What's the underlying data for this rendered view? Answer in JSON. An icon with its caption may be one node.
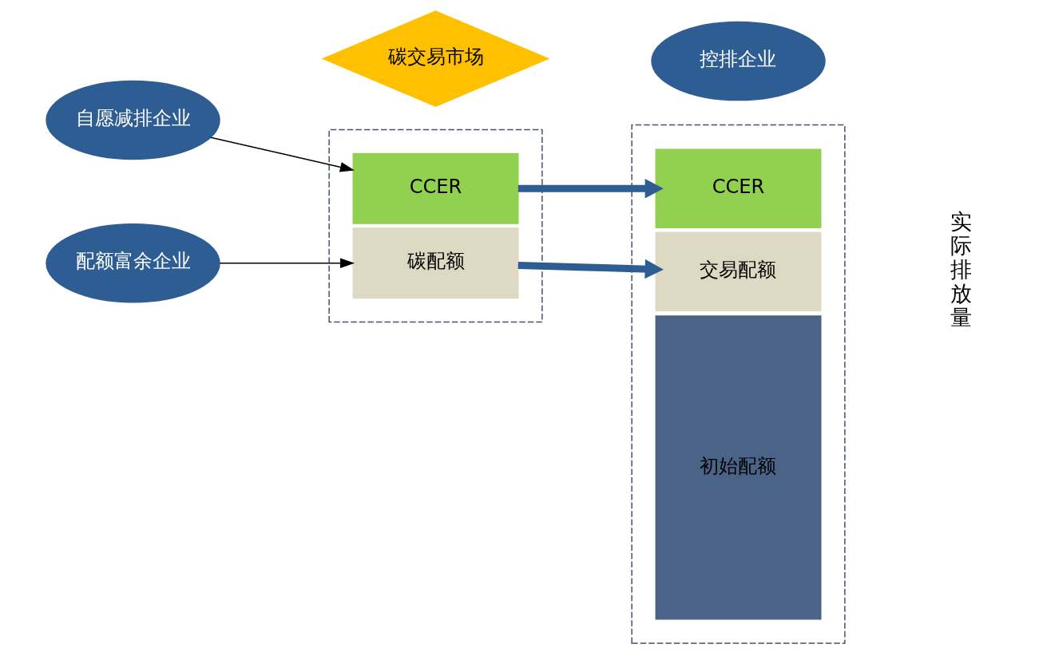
{
  "diagram": {
    "nodes": [
      {
        "text": [
          "碳交易市场"
        ]
      },
      {
        "text": [
          "控排企业"
        ]
      },
      {
        "text": [],
        "shape": "box"
      },
      {
        "text": [],
        "shape": "box"
      },
      {
        "text": [
          "自愿减排企业"
        ]
      },
      {
        "text": [
          "CCER"
        ],
        "in": 2
      },
      {
        "text": [
          "CCER"
        ],
        "in": 3
      },
      {
        "text": [
          "交易配额"
        ],
        "in": 3
      },
      {
        "text": [
          "配额富余企业"
        ]
      },
      {
        "text": [
          "碳配额"
        ],
        "in": 2
      },
      {
        "text": [
          "初始配额"
        ],
        "in": 3
      }
    ],
    "edges": [
      {
        "from": 4,
        "to": 5,
        "arrow": "to"
      },
      {
        "from": 5,
        "to": 6,
        "arrow": "to",
        "style": "thick",
        "color": "#2e5d93"
      },
      {
        "from": 9,
        "to": 7,
        "arrow": "to",
        "style": "thick",
        "color": "#2e5d93"
      },
      {
        "from": 8,
        "to": 9,
        "arrow": "to"
      }
    ],
    "labels": [
      "实际排放量"
    ]
  }
}
